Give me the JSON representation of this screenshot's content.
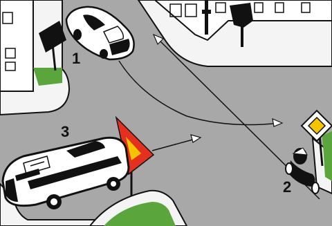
{
  "labels": {
    "car": "1",
    "motorcycle": "2",
    "bus": "3"
  },
  "colors": {
    "road": "#a8a8a8",
    "sidewalk": "#f4f4f4",
    "grass": "#5aa63c",
    "sign_red": "#e53020",
    "sign_yellow": "#f4c400",
    "ink": "#111111"
  },
  "icons": {
    "car": "car-icon",
    "bus": "bus-icon",
    "motorcycle": "motorcycle-icon",
    "warning_triangle": "warning-triangle-icon",
    "priority_sign": "priority-road-sign-icon"
  }
}
